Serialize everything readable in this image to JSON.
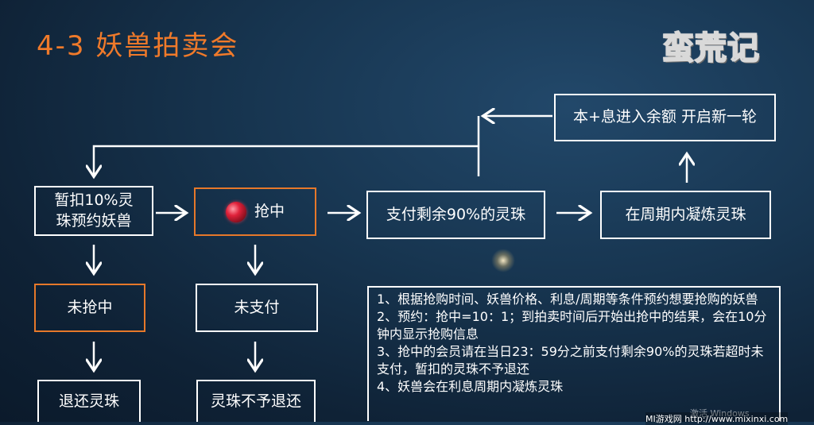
{
  "title": "4-3 妖兽拍卖会",
  "logo_text": "蛮荒记",
  "nodes": {
    "reserve": "暂扣10%灵\n珠预约妖兽",
    "grab": "抢中",
    "pay": "支付剩余90%的灵珠",
    "refine": "在周期内凝炼灵珠",
    "new_round": "本+息进入余额 开启新一轮",
    "not_grabbed": "未抢中",
    "unpaid": "未支付",
    "refund": "退还灵珠",
    "no_refund": "灵珠不予退还"
  },
  "notes": [
    "1、根据抢购时间、妖兽价格、利息/周期等条件预约想要抢购的妖兽",
    "2、预约：抢中=10：1；到拍卖时间后开始出抢中的结果，会在10分钟内显示抢购信息",
    "3、抢中的会员请在当日23：59分之前支付剩余90%的灵珠若超时未支付，暂扣的灵珠不予退还",
    "4、妖兽会在利息周期内凝炼灵珠"
  ],
  "watermark": "激活 Windows",
  "footer_url": "MI游戏网 http://www.mixinxi.com",
  "colors": {
    "title": "#f07a2a",
    "orange_border": "#e6782a",
    "white_border": "#ffffff"
  },
  "icons": {
    "gem": "red-gem-icon"
  }
}
